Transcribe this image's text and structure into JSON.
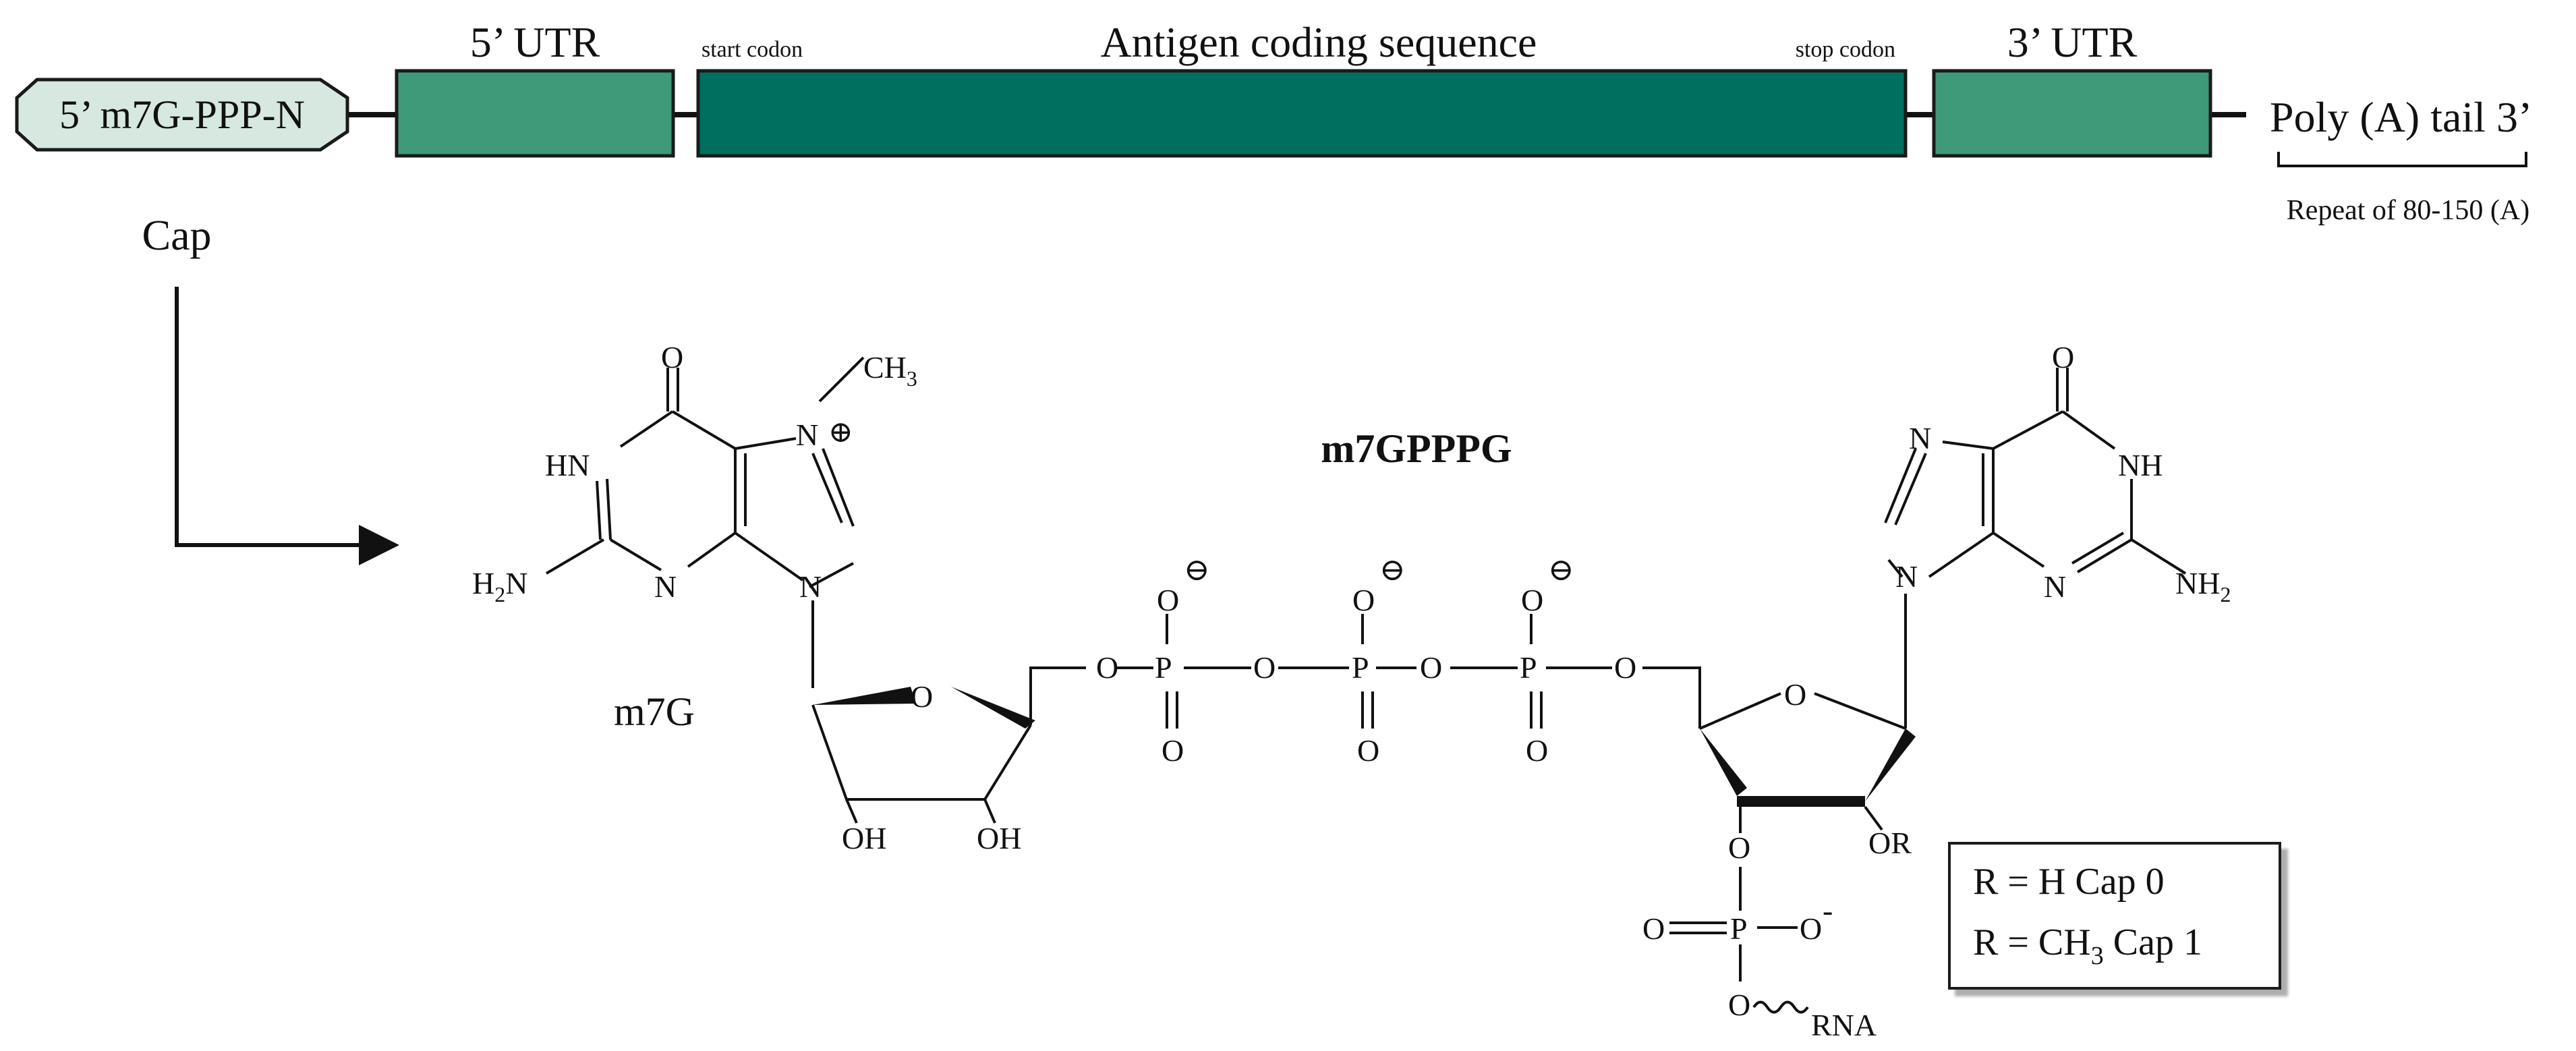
{
  "colors": {
    "cap_fill": "#d6e8e0",
    "utr_fill": "#3e9a78",
    "cds_fill": "#006f5f",
    "line": "#111111"
  },
  "mrna": {
    "cap_label": "5’ m7G-PPP-N",
    "utr5_label": "5’ UTR",
    "start_codon": "start codon",
    "cds_label": "Antigen coding sequence",
    "stop_codon": "stop codon",
    "utr3_label": "3’ UTR",
    "polya_label": "Poly (A) tail 3’",
    "polya_note": "Repeat of 80-150 (A)",
    "cap_caption": "Cap"
  },
  "structure": {
    "title": "m7GPPPG",
    "m7g_label": "m7G",
    "left_base": {
      "O": "O",
      "CH": "CH",
      "CH_sub": "3",
      "Nplus": "N",
      "plus": "⊕",
      "HN": "HN",
      "H2N_H": "H",
      "H2N_sub": "2",
      "H2N_N": "N",
      "N_bottom": "N",
      "N_glyco": "N"
    },
    "right_base": {
      "O": "O",
      "N_top": "N",
      "NH": "NH",
      "N_glyco": "N",
      "N_bottom": "N",
      "NH2_N": "NH",
      "NH2_sub": "2"
    },
    "left_sugar": {
      "O": "O",
      "OH1": "OH",
      "OH2": "OH"
    },
    "phosphates": {
      "O": "O",
      "P": "P",
      "minus": "⊖"
    },
    "right_sugar": {
      "O": "O",
      "O3": "O",
      "OR": "OR"
    },
    "lower_phosphate": {
      "O_left": "O",
      "P": "P",
      "O_minus": "O",
      "minus": "-",
      "O_bottom": "O",
      "rna": "RNA"
    }
  },
  "legend": {
    "line1": "R = H  Cap 0",
    "line2_a": "R = CH",
    "line2_sub": "3",
    "line2_b": " Cap 1"
  }
}
